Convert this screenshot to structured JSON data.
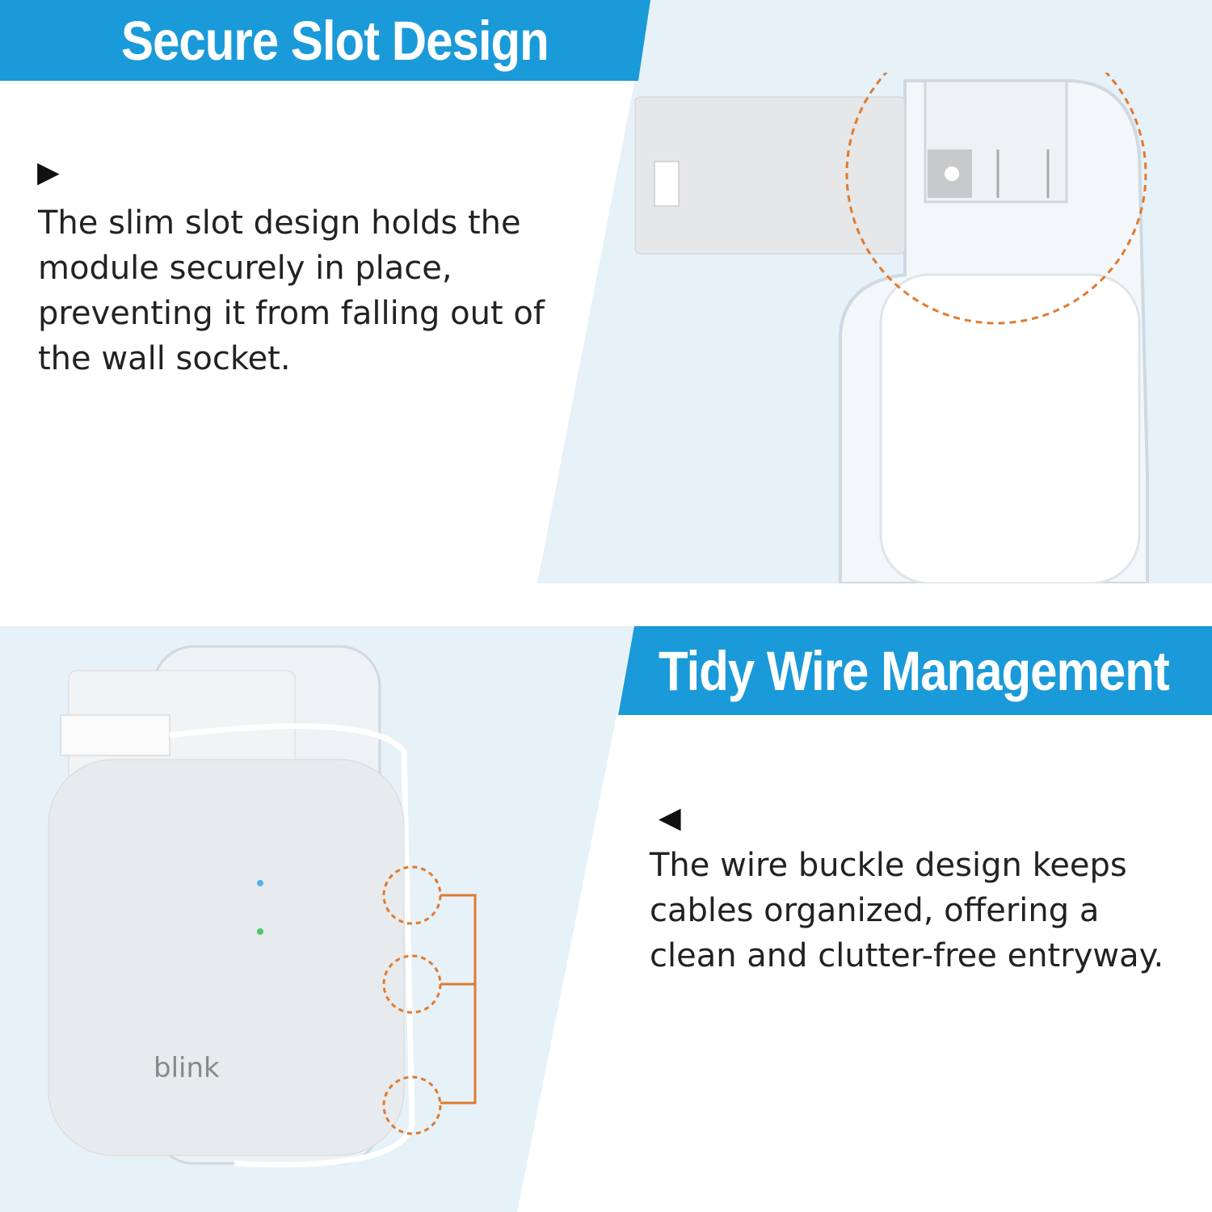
{
  "section1": {
    "title": "Secure Slot Design",
    "bullet_icon": "triangle-right-icon",
    "text": "The slim slot design holds the module securely in place, preventing it from falling out of the wall socket."
  },
  "section2": {
    "title": "Tidy Wire Management",
    "bullet_icon": "triangle-left-icon",
    "text": "The wire buckle design keeps cables organized, offering a clean and clutter-free entryway."
  },
  "product": {
    "brand": "blink"
  },
  "colors": {
    "accent": "#1a9ad9",
    "panel": "#e6f1f8",
    "callout": "#e07a2e"
  }
}
